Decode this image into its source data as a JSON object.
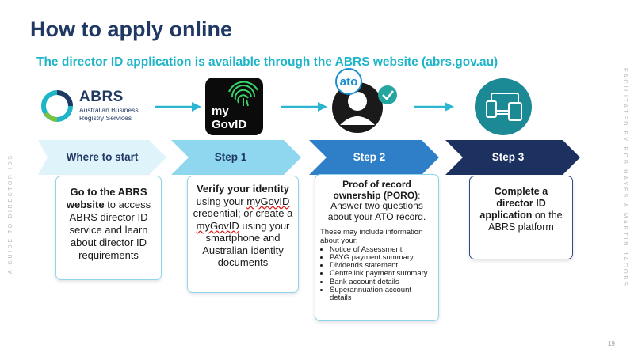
{
  "title": "How to apply online",
  "subtitle": "The director ID application is available through the ABRS website (abrs.gov.au)",
  "side_left": "A GUIDE TO DIRECTOR IDS",
  "side_right": "FACILITATED BY ROB HAYES & MARTIN JACOBS",
  "page_number": "19",
  "logos": {
    "abrs_name": "ABRS",
    "abrs_sub1": "Australian Business",
    "abrs_sub2": "Registry Services",
    "mygov_line1": "my",
    "mygov_line2": "GovID",
    "ato": "ato"
  },
  "steps": [
    {
      "label": "Where to start",
      "bg": "#dff3fb",
      "fg": "#1f3864"
    },
    {
      "label": "Step 1",
      "bg": "#8fd6ef",
      "fg": "#1f3864"
    },
    {
      "label": "Step 2",
      "bg": "#2f7fc8",
      "fg": "#ffffff"
    },
    {
      "label": "Step 3",
      "bg": "#1c3160",
      "fg": "#ffffff"
    }
  ],
  "card1": {
    "b1": "Go to the ABRS website",
    "t1": " to access ABRS director ID service and learn about director ID requirements"
  },
  "card2": {
    "b1": "Verify your identity",
    "t1": " using your ",
    "u1": "myGovID",
    "t2": " credential; or create a ",
    "u2": "myGovID",
    "t3": " using your smartphone and Australian identity documents"
  },
  "card3": {
    "b1": "Proof of record ownership (PORO)",
    "t1": ": Answer two questions about your ATO record.",
    "intro": "These may include information about your:",
    "items": [
      "Notice of Assessment",
      "PAYG payment summary",
      "Dividends statement",
      "Centrelink payment summary",
      "Bank account details",
      "Superannuation account details"
    ]
  },
  "card4": {
    "b1": "Complete a director ID application",
    "t1": " on the ABRS platform"
  },
  "colors": {
    "title": "#1f3864",
    "subtitle": "#1fb5c8",
    "arrow": "#2bb5d0",
    "ato_circle": "#1a8fd0",
    "check": "#25a5a0"
  }
}
